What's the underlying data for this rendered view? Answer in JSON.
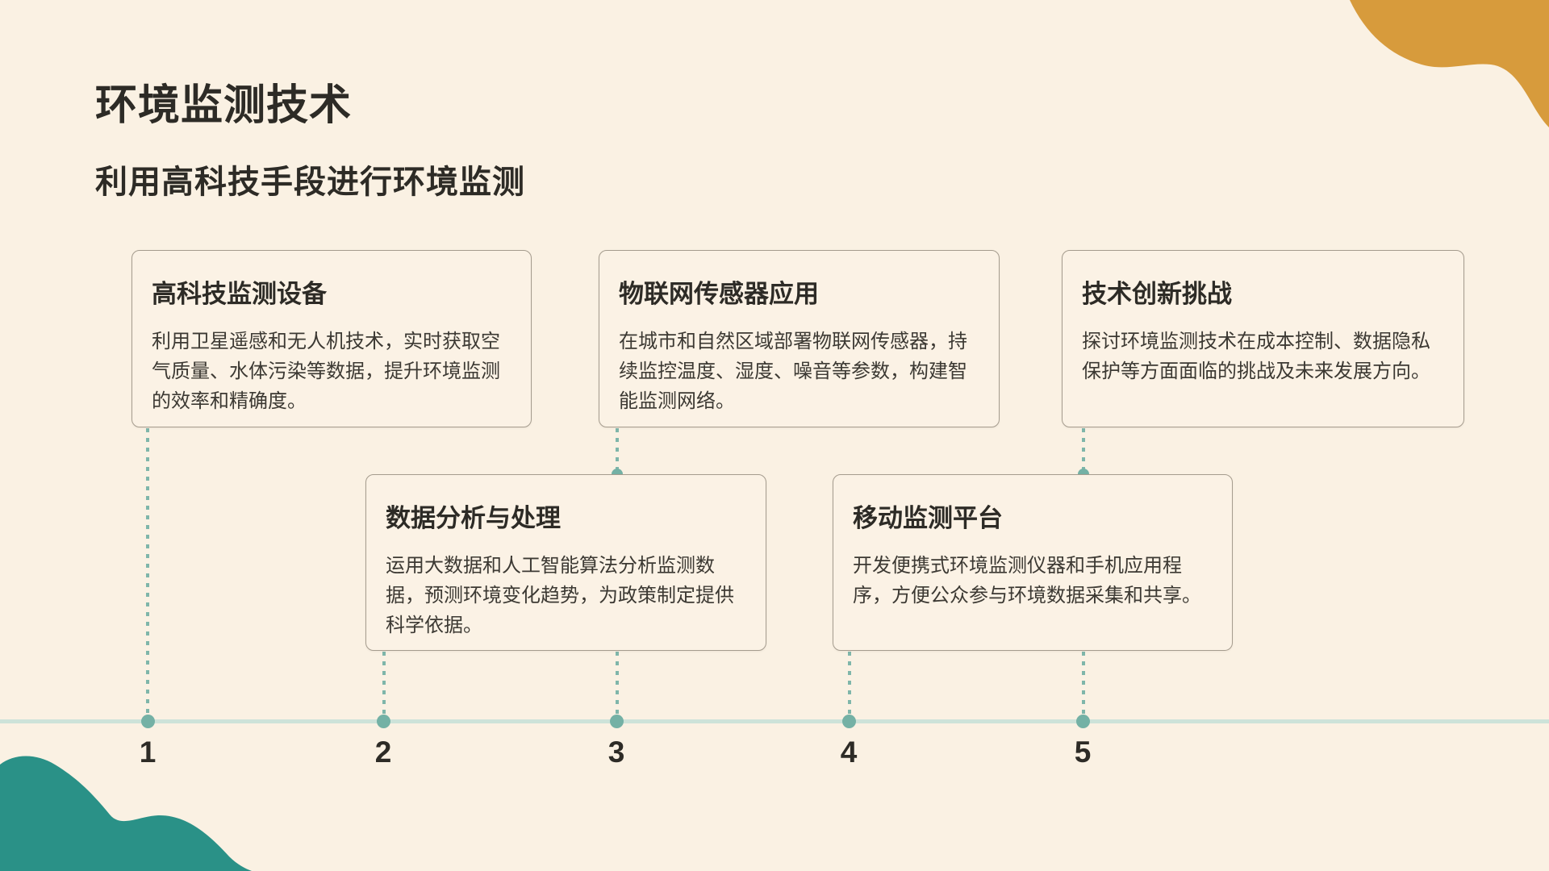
{
  "page": {
    "title": "环境监测技术",
    "subtitle": "利用高科技手段进行环境监测"
  },
  "cards": [
    {
      "number": "1",
      "title": "高科技监测设备",
      "body": "利用卫星遥感和无人机技术，实时获取空气质量、水体污染等数据，提升环境监测的效率和精确度。"
    },
    {
      "number": "2",
      "title": "数据分析与处理",
      "body": "运用大数据和人工智能算法分析监测数据，预测环境变化趋势，为政策制定提供科学依据。"
    },
    {
      "number": "3",
      "title": "物联网传感器应用",
      "body": "在城市和自然区域部署物联网传感器，持续监控温度、湿度、噪音等参数，构建智能监测网络。"
    },
    {
      "number": "4",
      "title": "移动监测平台",
      "body": "开发便携式环境监测仪器和手机应用程序，方便公众参与环境数据采集和共享。"
    },
    {
      "number": "5",
      "title": "技术创新挑战",
      "body": "探讨环境监测技术在成本控制、数据隐私保护等方面面临的挑战及未来发展方向。"
    }
  ],
  "timeline": {
    "labels": [
      "1",
      "2",
      "3",
      "4",
      "5"
    ]
  },
  "colors": {
    "background": "#FAF1E3",
    "card_background": "#FBF2E5",
    "card_border": "#A59C8E",
    "text_dark": "#2D2B26",
    "text_body": "#3C3933",
    "accent_teal_blob": "#2A9187",
    "accent_orange_blob": "#D79B3C",
    "timeline_line": "#CDE3D9",
    "connector_dotted": "#7FB6AA",
    "dot": "#74B1A5"
  }
}
